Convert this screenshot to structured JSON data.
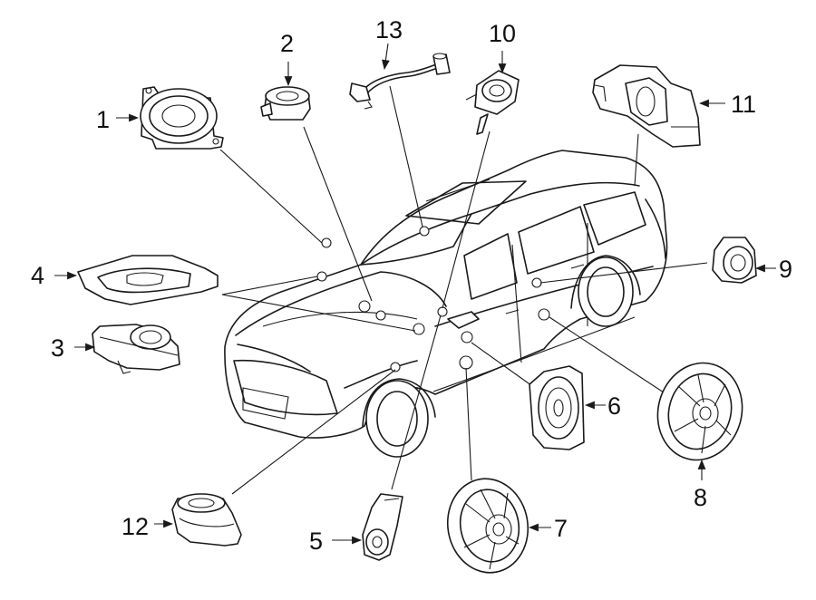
{
  "diagram": {
    "callouts": [
      {
        "id": "1",
        "label": "1"
      },
      {
        "id": "2",
        "label": "2"
      },
      {
        "id": "3",
        "label": "3"
      },
      {
        "id": "4",
        "label": "4"
      },
      {
        "id": "5",
        "label": "5"
      },
      {
        "id": "6",
        "label": "6"
      },
      {
        "id": "7",
        "label": "7"
      },
      {
        "id": "8",
        "label": "8"
      },
      {
        "id": "9",
        "label": "9"
      },
      {
        "id": "10",
        "label": "10"
      },
      {
        "id": "11",
        "label": "11"
      },
      {
        "id": "12",
        "label": "12"
      },
      {
        "id": "13",
        "label": "13"
      }
    ],
    "line_color": "#1a1a1a",
    "background_color": "#ffffff"
  }
}
